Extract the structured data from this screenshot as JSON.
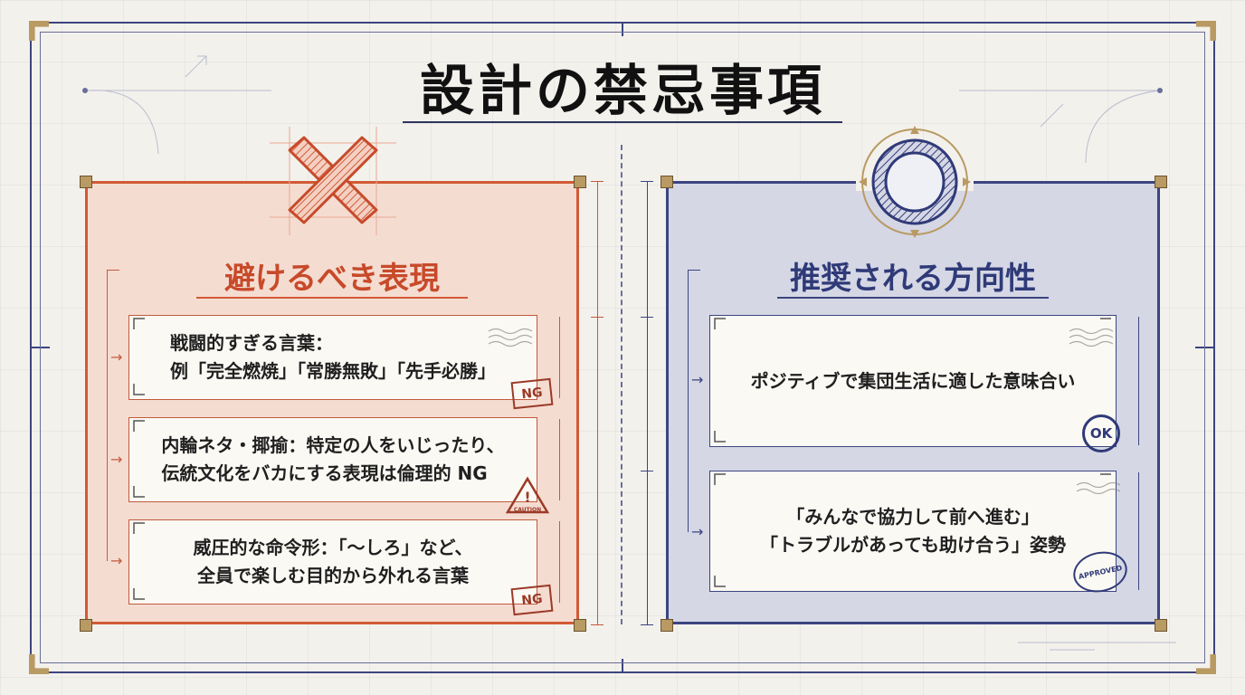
{
  "title": "設計の禁忌事項",
  "left_panel": {
    "heading": "避けるべき表現",
    "icon": "cross-mark-icon",
    "accent": "#d25a35",
    "cards": [
      {
        "text": "戦闘的すぎる言葉：\n例「完全燃焼」「常勝無敗」「先手必勝」",
        "stamp": "NG"
      },
      {
        "text": "内輪ネタ・揶揄：特定の人をいじったり、\n伝統文化をバカにする表現は倫理的 NG",
        "stamp": "CAUTION",
        "stamp_mark": "!"
      },
      {
        "text": "威圧的な命令形：「〜しろ」など、\n全員で楽しむ目的から外れる言葉",
        "stamp": "NG"
      }
    ]
  },
  "right_panel": {
    "heading": "推奨される方向性",
    "icon": "circle-mark-icon",
    "accent": "#3c4580",
    "cards": [
      {
        "text": "ポジティブで集団生活に適した意味合い",
        "stamp": "OK"
      },
      {
        "text": "「みんなで協力して前へ進む」\n「トラブルがあっても助け合う」姿勢",
        "stamp": "APPROVED"
      }
    ]
  }
}
